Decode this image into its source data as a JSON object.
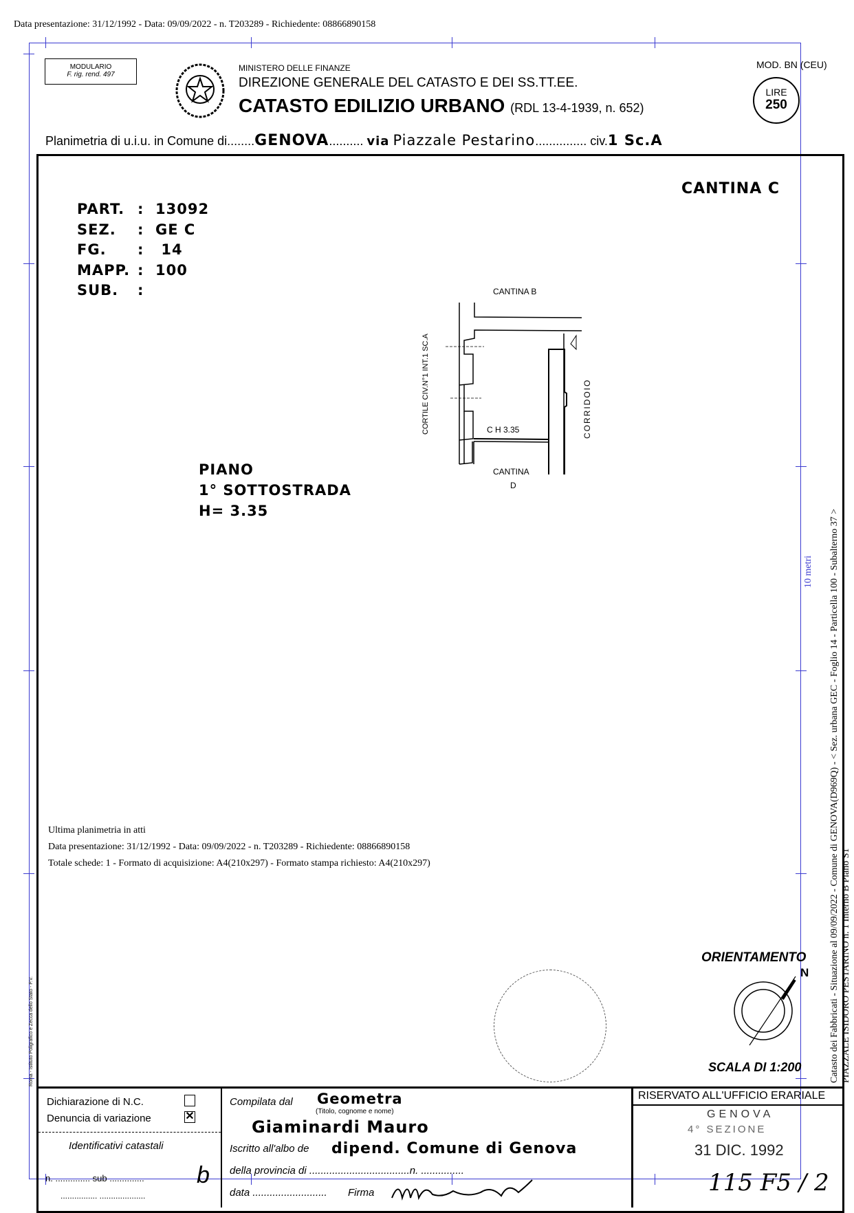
{
  "header_stamp": "Data presentazione: 31/12/1992 - Data: 09/09/2022 - n. T203289 - Richiedente: 08866890158",
  "form": {
    "modulario": "MODULARIO",
    "modulario_sub": "F. rig. rend. 497",
    "ministry": "MINISTERO DELLE FINANZE",
    "direction": "DIREZIONE GENERALE DEL CATASTO E DEI SS.TT.EE.",
    "title": "CATASTO EDILIZIO URBANO",
    "law": "(RDL 13-4-1939, n. 652)",
    "model": "MOD. BN (CEU)",
    "price_label": "LIRE",
    "price": "250",
    "planimetria_label": "Planimetria di u.i.u. in Comune di",
    "comune": "GENOVA",
    "via_label": "via",
    "via": "Piazzale Pestarino",
    "civ_label": "civ.",
    "civ": "1 Sc.A"
  },
  "plan": {
    "unit_title": "CANTINA C",
    "ids": [
      {
        "label": "PART.",
        "value": "13092"
      },
      {
        "label": "SEZ.",
        "value": "GE C"
      },
      {
        "label": "FG.",
        "value": "14"
      },
      {
        "label": "MAPP.",
        "value": "100"
      },
      {
        "label": "SUB.",
        "value": ""
      }
    ],
    "floor": [
      "PIANO",
      "1° SOTTOSTRADA",
      "H= 3.35"
    ],
    "labels": {
      "cantina_b": "CANTINA B",
      "cortile": "CORTILE CIV.N°1 INT.1 SC.A",
      "corridoio": "CORRIDOIO",
      "room": "C  H 3.35",
      "cantina_d": "CANTINA",
      "cantina_d_letter": "D"
    },
    "orientation": "ORIENTAMENTO",
    "north": "N",
    "scale": "SCALA DI 1:200",
    "scale_bar": "10 metri"
  },
  "side_text": [
    "Catasto dei Fabbricati - Situazione al 09/09/2022 - Comune di GENOVA(D969Q) - < Sez. urbana GEC - Foglio 14 - Particella 100 - Subalterno 37 >",
    "PIAZZALE ISIDORO PESTARINO n. 1 Interno B Piano S1"
  ],
  "printer": "Roma - Istituto Poligrafico e Zecca dello Stato - P.V.",
  "footer": {
    "nc": "Dichiarazione di N.C.",
    "variazione": "Denuncia di variazione",
    "identificativi": "Identificativi catastali",
    "n_sub": "n. .............. sub ..............",
    "sub_value": "b",
    "dots": "................   ....................",
    "compilata": "Compilata dal",
    "titolo": "Geometra",
    "titolo_hint": "(Titolo, cognome e nome)",
    "nome": "Giaminardi Mauro",
    "iscritto": "Iscritto all'albo de",
    "albo": "dipend. Comune di Genova",
    "provincia": "della provincia di ...................................n. ...............",
    "data": "data ..........................",
    "firma": "Firma",
    "riservato": "RISERVATO ALL'UFFICIO ERARIALE",
    "office": "GENOVA",
    "office2": "4° SEZIONE",
    "stamp_date": "31 DIC. 1992",
    "protocol": "115 F5 / 2"
  },
  "overlay": {
    "ultima": "Ultima planimetria in atti",
    "data_line": "Data presentazione: 31/12/1992 - Data: 09/09/2022 - n. T203289 - Richiedente: 08866890158",
    "totale": "Totale schede: 1 - Formato di acquisizione: A4(210x297)  - Formato stampa richiesto: A4(210x297)"
  }
}
